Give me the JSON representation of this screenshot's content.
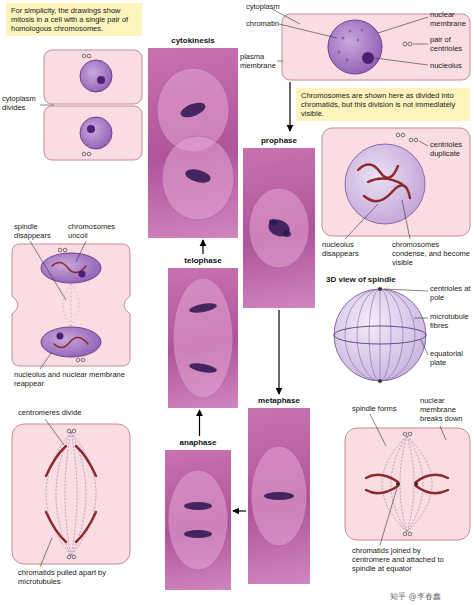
{
  "diagram": {
    "nodes": [
      {
        "text": [
          "For simplicity, the drawings show mitosis in a cell with a single pair of homologous chromosomes."
        ]
      },
      {
        "text": [
          "Chromosomes are shown here as divided into chromatids, but this division is not immediately visible."
        ]
      },
      {
        "text": [
          "cytokinesis"
        ]
      },
      {
        "text": [
          "prophase"
        ]
      },
      {
        "text": [
          "telophase"
        ]
      },
      {
        "text": [
          "metaphase"
        ]
      },
      {
        "text": [
          "anaphase"
        ]
      }
    ],
    "edges": [
      {
        "from": 3,
        "to": 5,
        "arrow": "to"
      },
      {
        "from": 5,
        "to": 6,
        "arrow": "to"
      },
      {
        "from": 6,
        "to": 4,
        "arrow": "to"
      },
      {
        "from": 4,
        "to": 2,
        "arrow": "to"
      }
    ],
    "labels": [
      "cytoplasm",
      "chromatin",
      "plasma membrane",
      "nuclear membrane",
      "pair of centrioles",
      "nucleolus",
      "centrioles duplicate",
      "nucleolus disappears",
      "chromosomes condense, and become visible",
      "3D view of spindle",
      "centrioles at pole",
      "microtubule fibres",
      "equatorial plate",
      "spindle forms",
      "nuclear membrane breaks down",
      "chromatids joined by centromere and attached to spindle at equator",
      "centromeres divide",
      "chromatids pulled apart by microtubules",
      "spindle disappears",
      "chromosomes uncoil",
      "nucleolus and nuclear membrane reappear",
      "cytoplasm divides",
      "知乎 @李春鑫"
    ]
  }
}
